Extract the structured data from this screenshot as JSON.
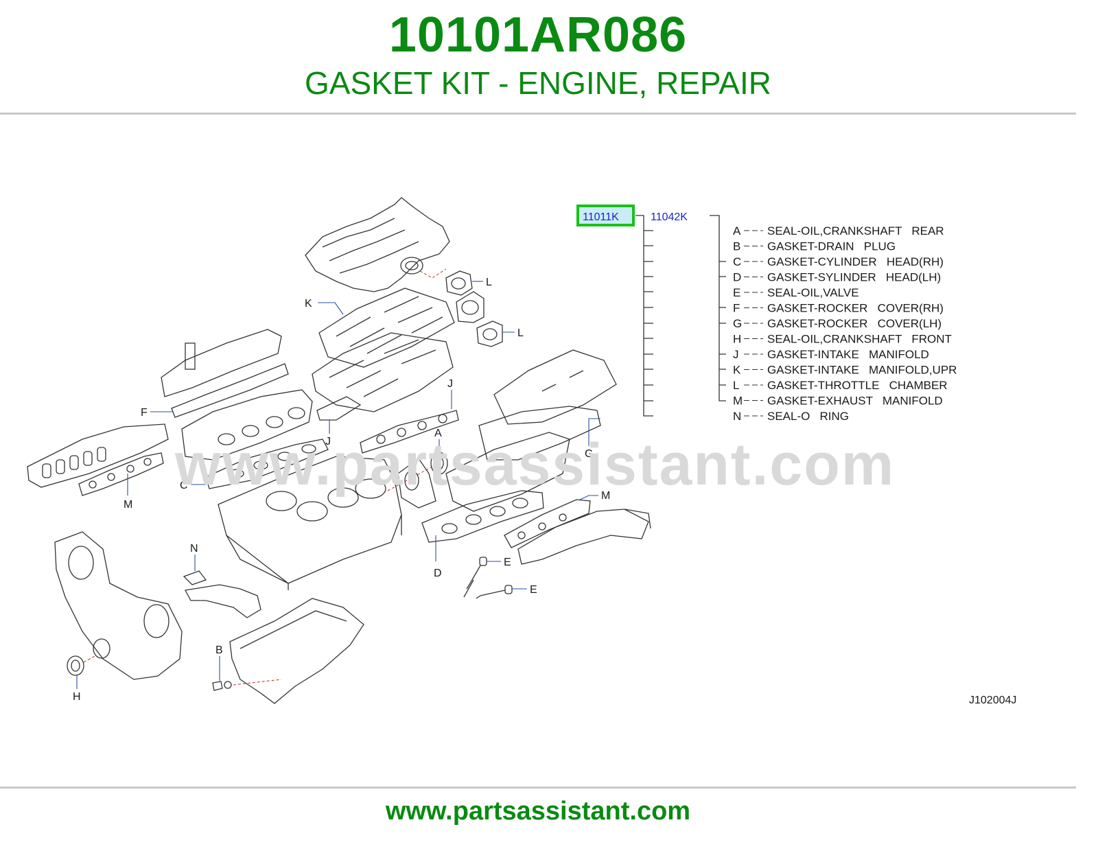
{
  "header": {
    "part_number": "10101AR086",
    "part_name": "GASKET KIT - ENGINE, REPAIR"
  },
  "watermark": "www.partsassistant.com",
  "diagram": {
    "ref_primary": "11011K",
    "ref_secondary": "11042K",
    "drawing_code": "J102004J",
    "legend": [
      {
        "letter": "A",
        "desc": "SEAL-OIL,CRANKSHAFT   REAR"
      },
      {
        "letter": "B",
        "desc": "GASKET-DRAIN   PLUG"
      },
      {
        "letter": "C",
        "desc": "GASKET-CYLINDER   HEAD(RH)"
      },
      {
        "letter": "D",
        "desc": "GASKET-SYLINDER   HEAD(LH)"
      },
      {
        "letter": "E",
        "desc": "SEAL-OIL,VALVE"
      },
      {
        "letter": "F",
        "desc": "GASKET-ROCKER   COVER(RH)"
      },
      {
        "letter": "G",
        "desc": "GASKET-ROCKER   COVER(LH)"
      },
      {
        "letter": "H",
        "desc": "SEAL-OIL,CRANKSHAFT   FRONT"
      },
      {
        "letter": "J",
        "desc": "GASKET-INTAKE   MANIFOLD"
      },
      {
        "letter": "K",
        "desc": "GASKET-INTAKE   MANIFOLD,UPR"
      },
      {
        "letter": "L",
        "desc": "GASKET-THROTTLE   CHAMBER"
      },
      {
        "letter": "M",
        "desc": "GASKET-EXHAUST   MANIFOLD"
      },
      {
        "letter": "N",
        "desc": "SEAL-O   RING"
      }
    ],
    "callouts": {
      "l1": "L",
      "l2": "L",
      "k": "K",
      "f": "F",
      "j1": "J",
      "j2": "J",
      "a": "A",
      "g": "G",
      "m1": "M",
      "m2": "M",
      "c": "C",
      "n": "N",
      "e1": "E",
      "e2": "E",
      "d": "D",
      "b": "B",
      "h": "H"
    }
  },
  "footer": {
    "url": "www.partsassistant.com"
  },
  "colors": {
    "brand_green": "#0a8a12",
    "link_blue": "#1a24c8",
    "highlight_box": "#19c219"
  }
}
